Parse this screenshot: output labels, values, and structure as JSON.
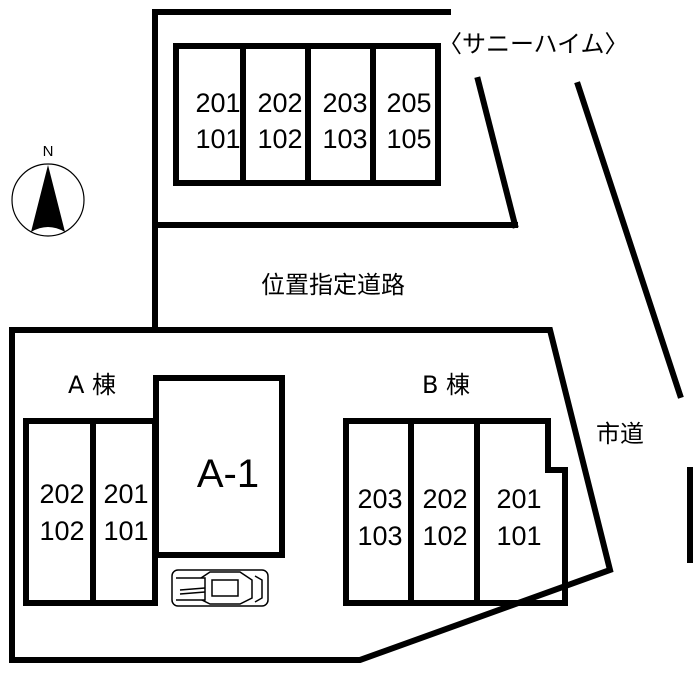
{
  "building_name": "〈サニーハイム〉",
  "compass": {
    "label": "N"
  },
  "road_private": "位置指定道路",
  "road_city": "市道",
  "top_block": {
    "units": [
      [
        "201",
        "101"
      ],
      [
        "202",
        "102"
      ],
      [
        "203",
        "103"
      ],
      [
        "205",
        "105"
      ]
    ]
  },
  "a_block": {
    "label": "A 棟",
    "units": [
      [
        "202",
        "102"
      ],
      [
        "201",
        "101"
      ]
    ],
    "a1_label": "A-1"
  },
  "b_block": {
    "label": "B 棟",
    "units": [
      [
        "203",
        "103"
      ],
      [
        "202",
        "102"
      ],
      [
        "201",
        "101"
      ]
    ]
  }
}
